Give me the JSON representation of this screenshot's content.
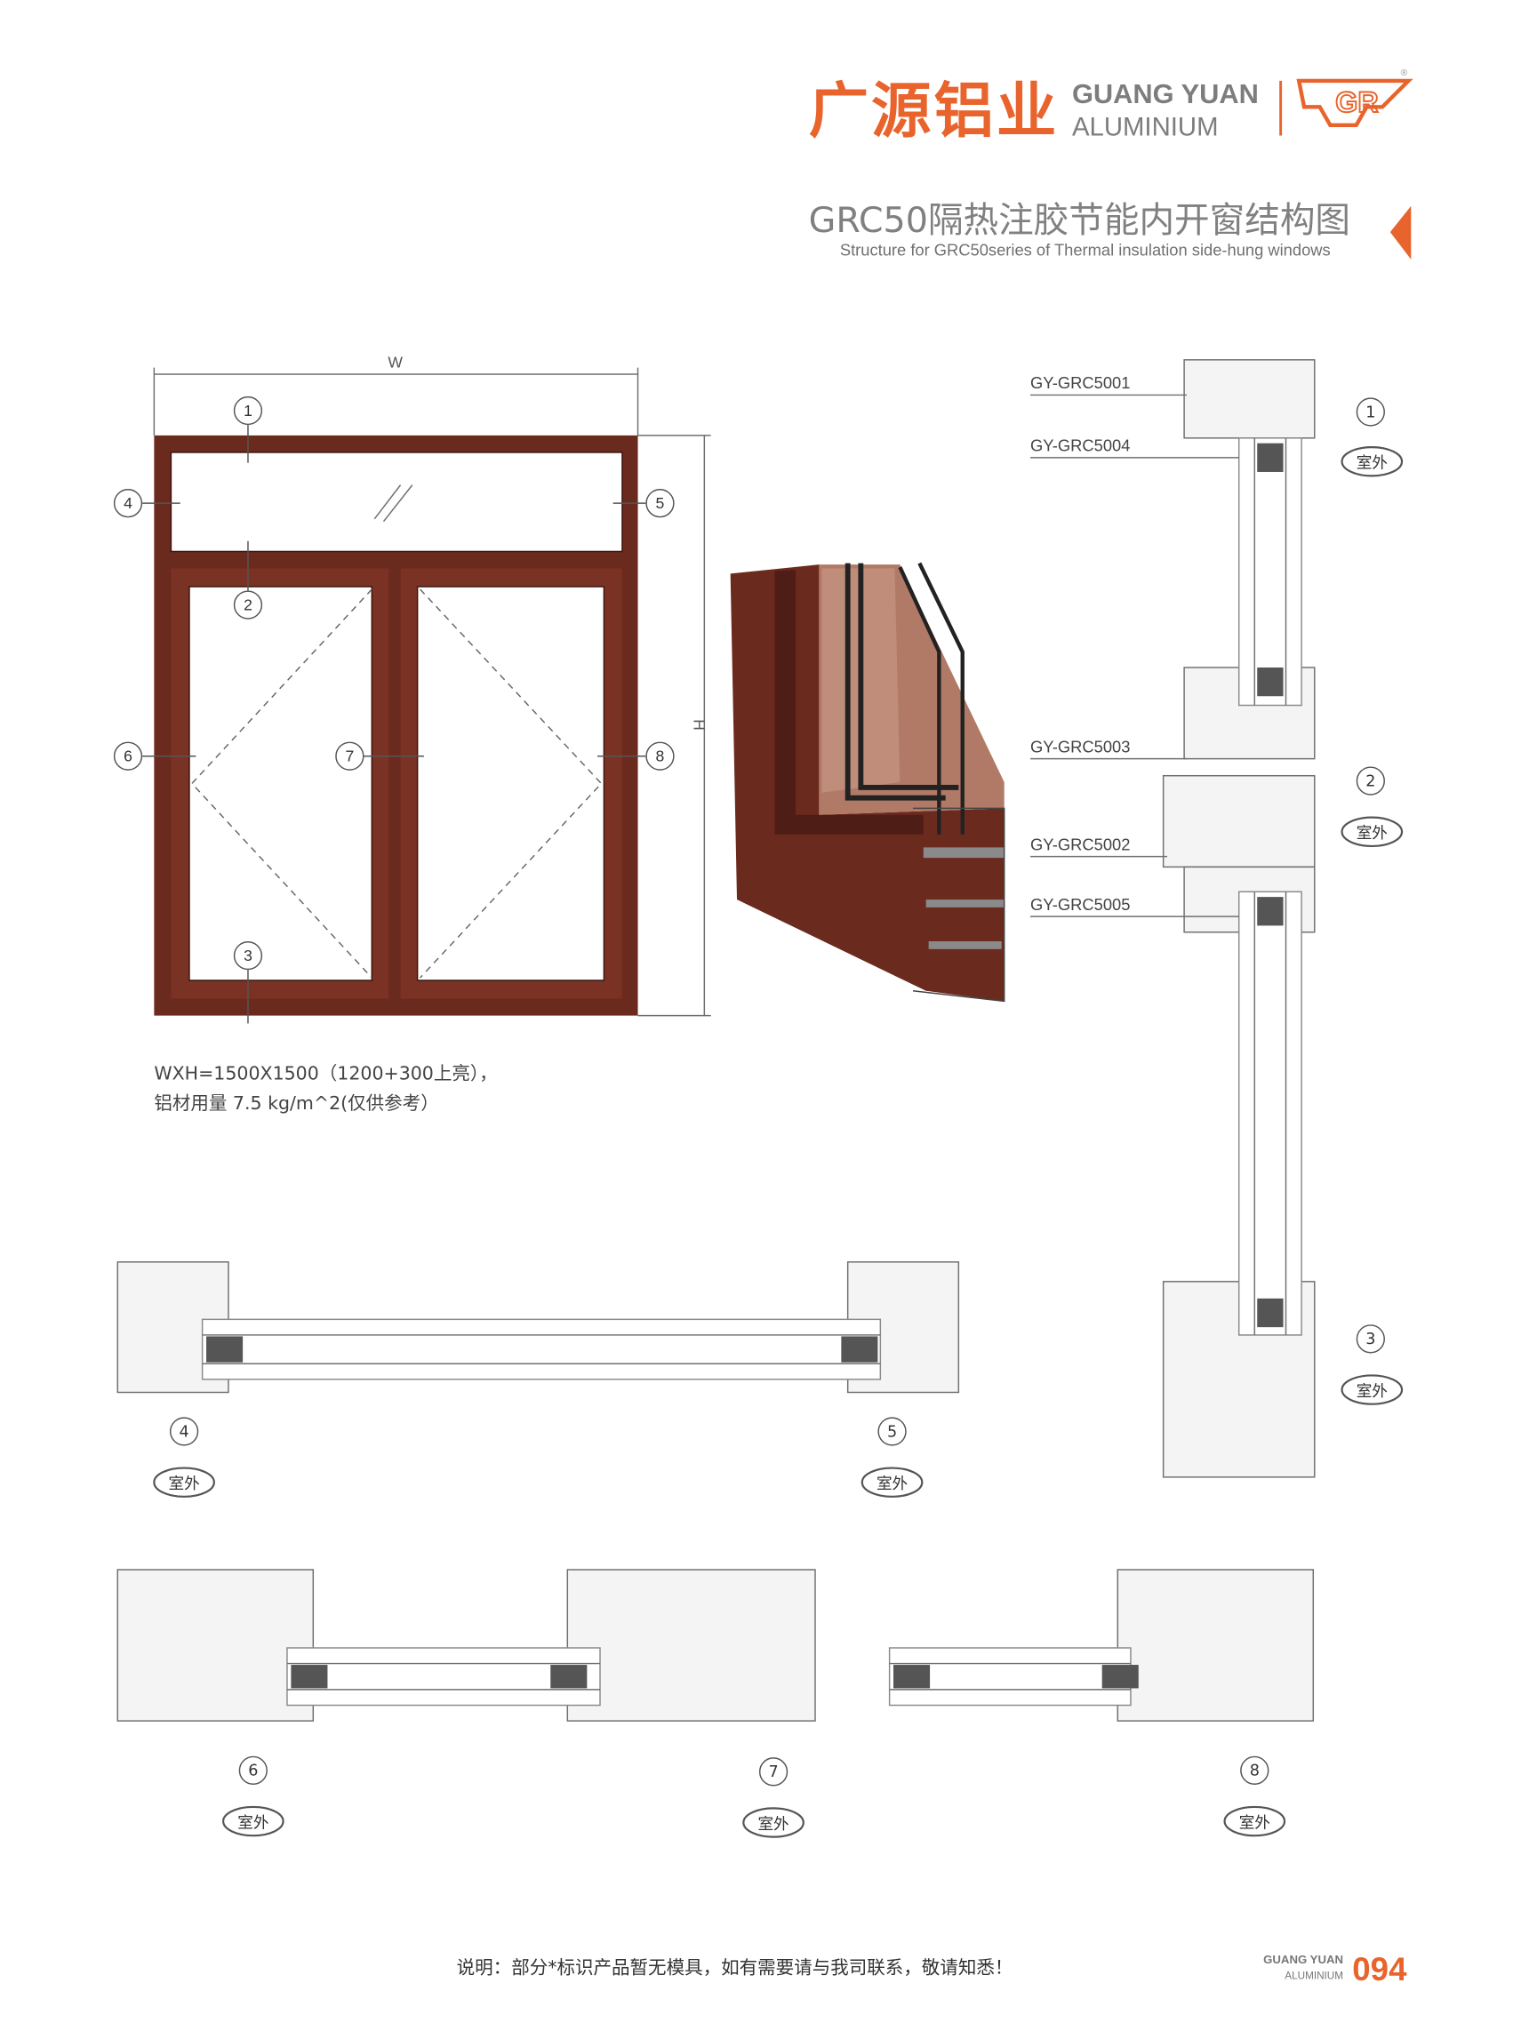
{
  "brand": {
    "name_cn": "广源铝业",
    "name_en_line1": "GUANG YUAN",
    "name_en_line2": "ALUMINIUM",
    "logo_text": "GR",
    "registered_mark": "®",
    "accent_color": "#e8642c"
  },
  "header": {
    "title": "GRC50隔热注胶节能内开窗结构图",
    "subtitle": "Structure for GRC50series of Thermal insulation side-hung windows"
  },
  "elevation": {
    "width_label": "W",
    "height_label": "H",
    "callouts": [
      "1",
      "2",
      "3",
      "4",
      "5",
      "6",
      "7",
      "8"
    ],
    "spec_line1": "WXH=1500X1500（1200+300上亮），",
    "spec_line2": "铝材用量 7.5 kg/m^2(仅供参考）",
    "frame_color": "#6b2a1e"
  },
  "vertical_section": {
    "profiles": [
      "GY-GRC5001",
      "GY-GRC5004",
      "GY-GRC5003",
      "GY-GRC5002",
      "GY-GRC5005"
    ],
    "nodes": [
      {
        "number": "1",
        "side": "室外"
      },
      {
        "number": "2",
        "side": "室外"
      },
      {
        "number": "3",
        "side": "室外"
      }
    ]
  },
  "horizontal_sections": {
    "transom": [
      {
        "number": "4",
        "side": "室外"
      },
      {
        "number": "5",
        "side": "室外"
      }
    ],
    "sash": [
      {
        "number": "6",
        "side": "室外"
      },
      {
        "number": "7",
        "side": "室外"
      },
      {
        "number": "8",
        "side": "室外"
      }
    ]
  },
  "footer": {
    "note": "说明：部分*标识产品暂无模具，如有需要请与我司联系，敬请知悉！",
    "brand_line1": "GUANG YUAN",
    "brand_line2": "ALUMINIUM",
    "page_number": "094"
  }
}
